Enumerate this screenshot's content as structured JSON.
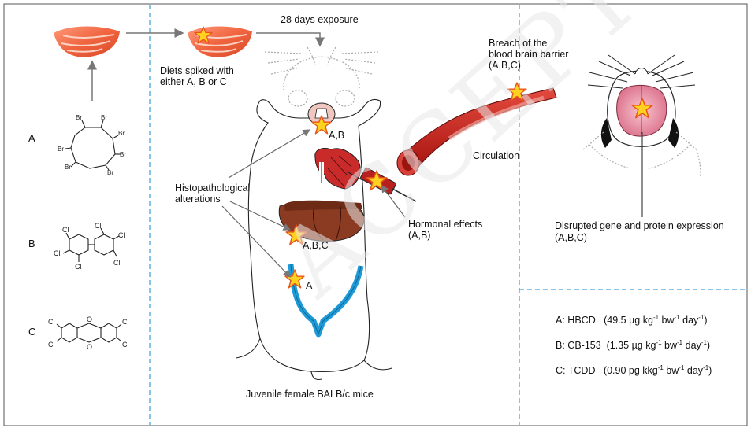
{
  "labels": {
    "exposure": "28 days exposure",
    "diets_line1": "Diets spiked with",
    "diets_line2": "either A, B or C",
    "bbb_line1": "Breach of the",
    "bbb_line2": "blood brain barrier",
    "bbb_line3": "(A,B,C)",
    "circulation": "Circulation",
    "thyroid": "A,B",
    "histo_line1": "Histopathological",
    "histo_line2": "alterations",
    "hormonal_line1": "Hormonal effects",
    "hormonal_line2": "(A,B)",
    "liver": "A,B,C",
    "uterus": "A",
    "gene_line1": "Disrupted gene and protein expression",
    "gene_line2": "(A,B,C)",
    "mice": "Juvenile female BALB/c mice"
  },
  "compounds": [
    {
      "letter": "A",
      "name": "HBCD",
      "dose": "(49.5 µg kg",
      "u1": "-1",
      "mid": " bw",
      "u2": "-1",
      "tail": " day",
      "u3": "-1",
      "end": ")"
    },
    {
      "letter": "B",
      "name": "CB-153",
      "dose": "(1.35 µg kg",
      "u1": "-1",
      "mid": " bw",
      "u2": "-1",
      "tail": " day",
      "u3": "-1",
      "end": ")"
    },
    {
      "letter": "C",
      "name": "TCDD",
      "dose": "(0.90 pg kkg",
      "u1": "-1",
      "mid": " bw",
      "u2": "-1",
      "tail": " day",
      "u3": "-1",
      "end": ")"
    }
  ],
  "structure_atoms": {
    "br": "Br",
    "cl": "Cl",
    "o": "O"
  },
  "colors": {
    "divider": "#3aa0d8",
    "salmon": "#f06a4a",
    "vessel": "#c8201c",
    "liver": "#8a3b22",
    "uterus": "#1e9ad6",
    "star": "#ffd21f",
    "star_edge": "#e8551a"
  },
  "watermark": "ACCEPTED MANUSCRIPT"
}
